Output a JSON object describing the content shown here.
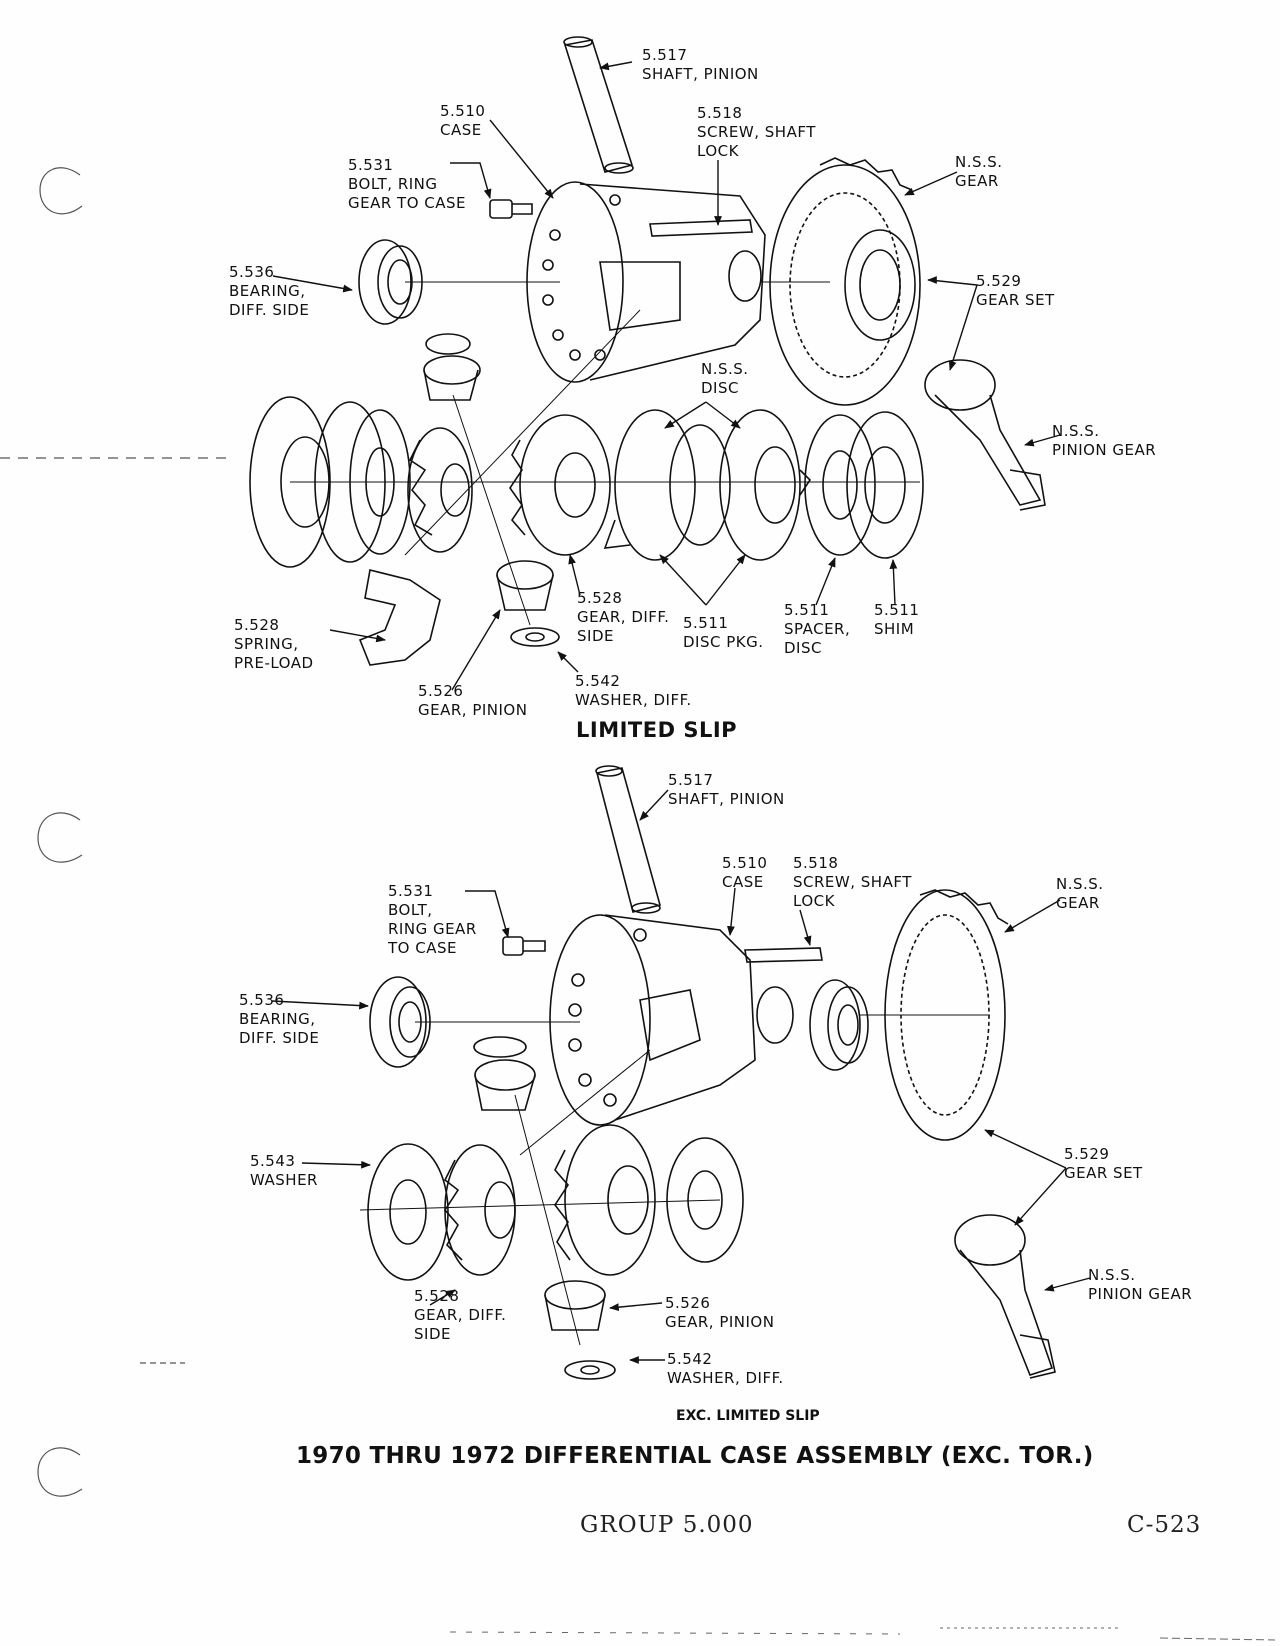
{
  "diagram_top": {
    "caption": "LIMITED SLIP",
    "callouts": {
      "shaft_pinion": [
        "5.517",
        "SHAFT, PINION"
      ],
      "case": [
        "5.510",
        "CASE"
      ],
      "screw_shaft_lock": [
        "5.518",
        "SCREW, SHAFT",
        "LOCK"
      ],
      "bolt_ring_gear": [
        "5.531",
        "BOLT, RING",
        "GEAR TO CASE"
      ],
      "nss_gear": [
        "N.S.S.",
        "GEAR"
      ],
      "bearing": [
        "5.536",
        "BEARING,",
        "DIFF. SIDE"
      ],
      "gear_set": [
        "5.529",
        "GEAR SET"
      ],
      "nss_disc": [
        "N.S.S.",
        "DISC"
      ],
      "nss_pinion_gear": [
        "N.S.S.",
        "PINION GEAR"
      ],
      "spring_preload": [
        "5.528",
        "SPRING,",
        "PRE-LOAD"
      ],
      "gear_diff_side": [
        "5.528",
        "GEAR, DIFF.",
        "SIDE"
      ],
      "disc_pkg": [
        "5.511",
        "DISC PKG."
      ],
      "spacer_disc": [
        "5.511",
        "SPACER,",
        "DISC"
      ],
      "shim": [
        "5.511",
        "SHIM"
      ],
      "gear_pinion": [
        "5.526",
        "GEAR, PINION"
      ],
      "washer_diff": [
        "5.542",
        "WASHER, DIFF."
      ]
    }
  },
  "diagram_bottom": {
    "caption": "EXC. LIMITED SLIP",
    "callouts": {
      "shaft_pinion": [
        "5.517",
        "SHAFT, PINION"
      ],
      "case": [
        "5.510",
        "CASE"
      ],
      "screw_shaft_lock": [
        "5.518",
        "SCREW, SHAFT",
        "LOCK"
      ],
      "bolt_ring_gear": [
        "5.531",
        "BOLT,",
        "RING GEAR",
        "TO CASE"
      ],
      "nss_gear": [
        "N.S.S.",
        "GEAR"
      ],
      "bearing": [
        "5.536",
        "BEARING,",
        "DIFF. SIDE"
      ],
      "washer": [
        "5.543",
        "WASHER"
      ],
      "gear_set": [
        "5.529",
        "GEAR SET"
      ],
      "nss_pinion_gear": [
        "N.S.S.",
        "PINION GEAR"
      ],
      "gear_diff_side": [
        "5.528",
        "GEAR, DIFF.",
        "SIDE"
      ],
      "gear_pinion": [
        "5.526",
        "GEAR, PINION"
      ],
      "washer_diff": [
        "5.542",
        "WASHER, DIFF."
      ]
    }
  },
  "page_title": "1970 THRU 1972 DIFFERENTIAL CASE ASSEMBLY (EXC. TOR.)",
  "footer": {
    "group": "GROUP 5.000",
    "page_code": "C-523"
  }
}
